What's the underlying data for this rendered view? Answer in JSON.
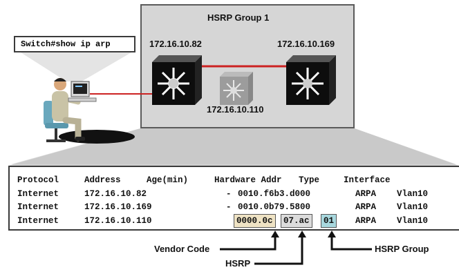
{
  "command": "Switch#show ip arp",
  "group": {
    "title": "HSRP Group 1",
    "left_ip": "172.16.10.82",
    "right_ip": "172.16.10.169",
    "virtual_ip": "172.16.10.110"
  },
  "arp_table": {
    "headers": [
      "Protocol",
      "Address",
      "Age(min)",
      "Hardware Addr",
      "Type",
      "Interface"
    ],
    "rows": [
      {
        "protocol": "Internet",
        "address": "172.16.10.82",
        "age": "-",
        "hw": "0010.f6b3.d000",
        "type": "ARPA",
        "iface": "Vlan10"
      },
      {
        "protocol": "Internet",
        "address": "172.16.10.169",
        "age": "-",
        "hw": "0010.0b79.5800",
        "type": "ARPA",
        "iface": "Vlan10"
      },
      {
        "protocol": "Internet",
        "address": "172.16.10.110",
        "age": "",
        "hw_vendor": "0000.0c",
        "hw_hsrp": "07.ac",
        "hw_group": "01",
        "type": "ARPA",
        "iface": "Vlan10"
      }
    ]
  },
  "callouts": {
    "vendor": "Vendor Code",
    "hsrp": "HSRP",
    "group": "HSRP Group"
  },
  "colors": {
    "vendor_highlight": "#efe3c4",
    "hsrp_highlight": "#dcdcdc",
    "group_highlight": "#a8d8de",
    "link": "#cc2222"
  }
}
